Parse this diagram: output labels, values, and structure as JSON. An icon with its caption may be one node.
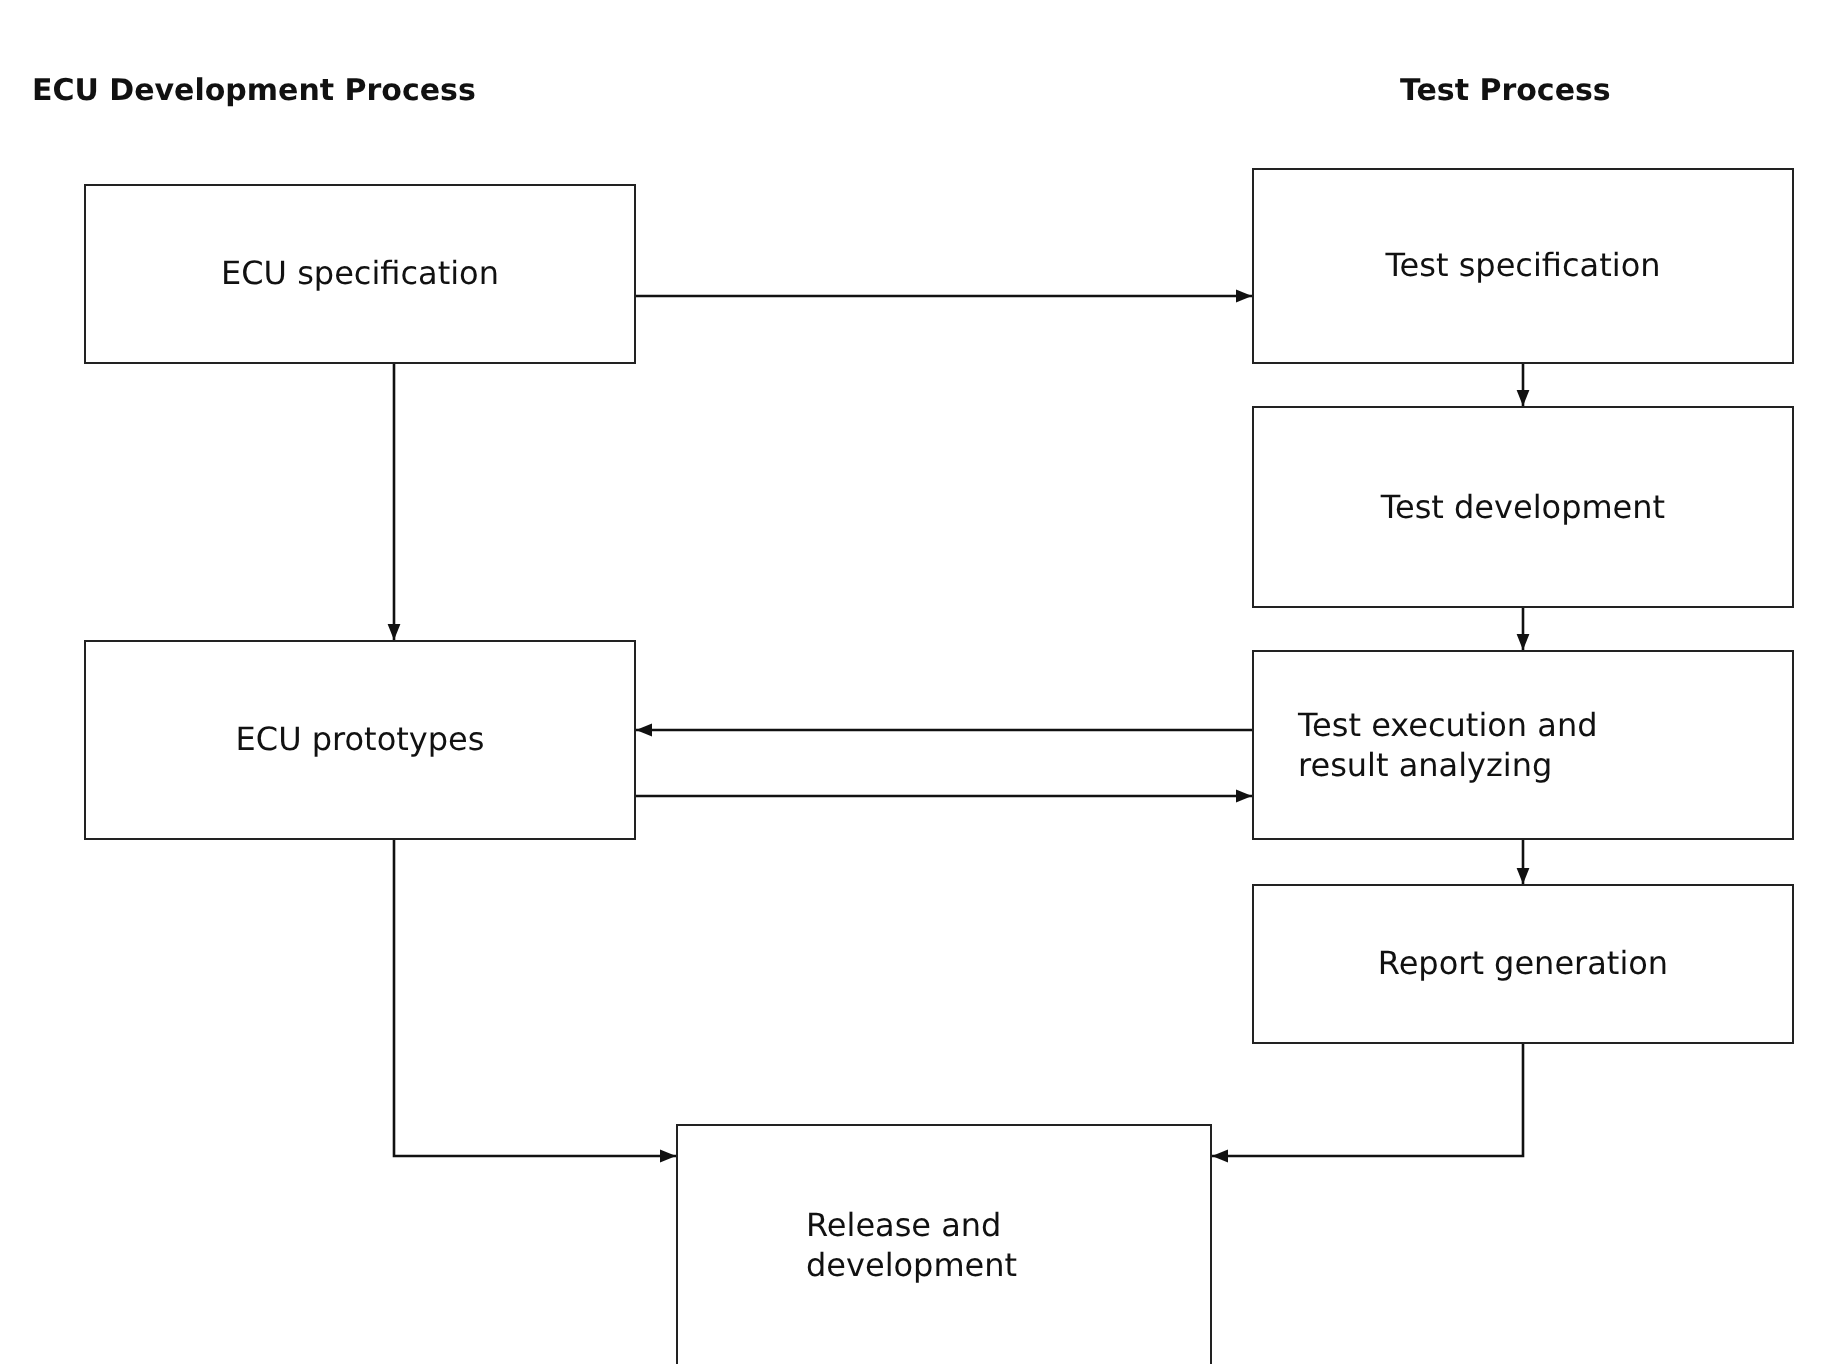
{
  "diagram": {
    "nodes": [
      {
        "text": [
          "ECU specification"
        ]
      },
      {
        "text": [
          "Test specification"
        ]
      },
      {
        "text": [
          "Test development"
        ]
      },
      {
        "text": [
          "ECU prototypes"
        ]
      },
      {
        "text": [
          "Test execution and result analyzing"
        ]
      },
      {
        "text": [
          "Report generation"
        ]
      },
      {
        "text": [
          "Release and development"
        ]
      }
    ],
    "edges": [
      {
        "from": 0,
        "to": 1,
        "arrow": "to"
      },
      {
        "from": 0,
        "to": 3,
        "arrow": "to"
      },
      {
        "from": 1,
        "to": 2,
        "arrow": "to"
      },
      {
        "from": 2,
        "to": 4,
        "arrow": "to"
      },
      {
        "from": 4,
        "to": 3,
        "arrow": "to"
      },
      {
        "from": 3,
        "to": 4,
        "arrow": "to"
      },
      {
        "from": 4,
        "to": 5,
        "arrow": "to"
      },
      {
        "from": 3,
        "to": 6,
        "arrow": "to"
      },
      {
        "from": 5,
        "to": 6,
        "arrow": "to"
      }
    ],
    "labels": [
      "ECU Development Process",
      "Test Process"
    ]
  }
}
